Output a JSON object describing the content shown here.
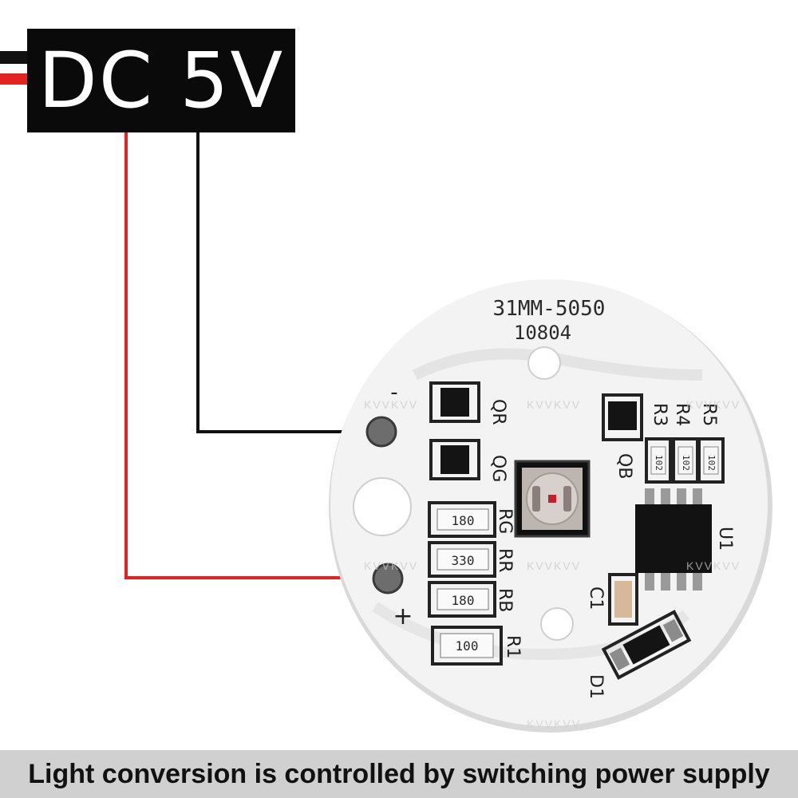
{
  "label": {
    "voltage": "DC 5V"
  },
  "caption": {
    "text": "Light conversion is controlled by switching power supply"
  },
  "watermark": "KVVKVV",
  "board": {
    "model": "31MM-5050",
    "code": "10804",
    "pad_negative": "-",
    "pad_positive": "+"
  },
  "components": {
    "qr": "QR",
    "qg": "QG",
    "qb": "QB",
    "rg": "RG",
    "rr": "RR",
    "rb": "RB",
    "r1": "R1",
    "r3": "R3",
    "r4": "R4",
    "r5": "R5",
    "u1": "U1",
    "c1": "C1",
    "d1": "D1",
    "res_rg": "180",
    "res_rr": "330",
    "res_rb": "180",
    "res_r1": "100",
    "res_small_1": "102",
    "res_small_2": "102",
    "res_small_3": "102"
  },
  "colors": {
    "positive_wire": "#e52222",
    "negative_wire": "#111111",
    "board": "#f3f3f3"
  }
}
